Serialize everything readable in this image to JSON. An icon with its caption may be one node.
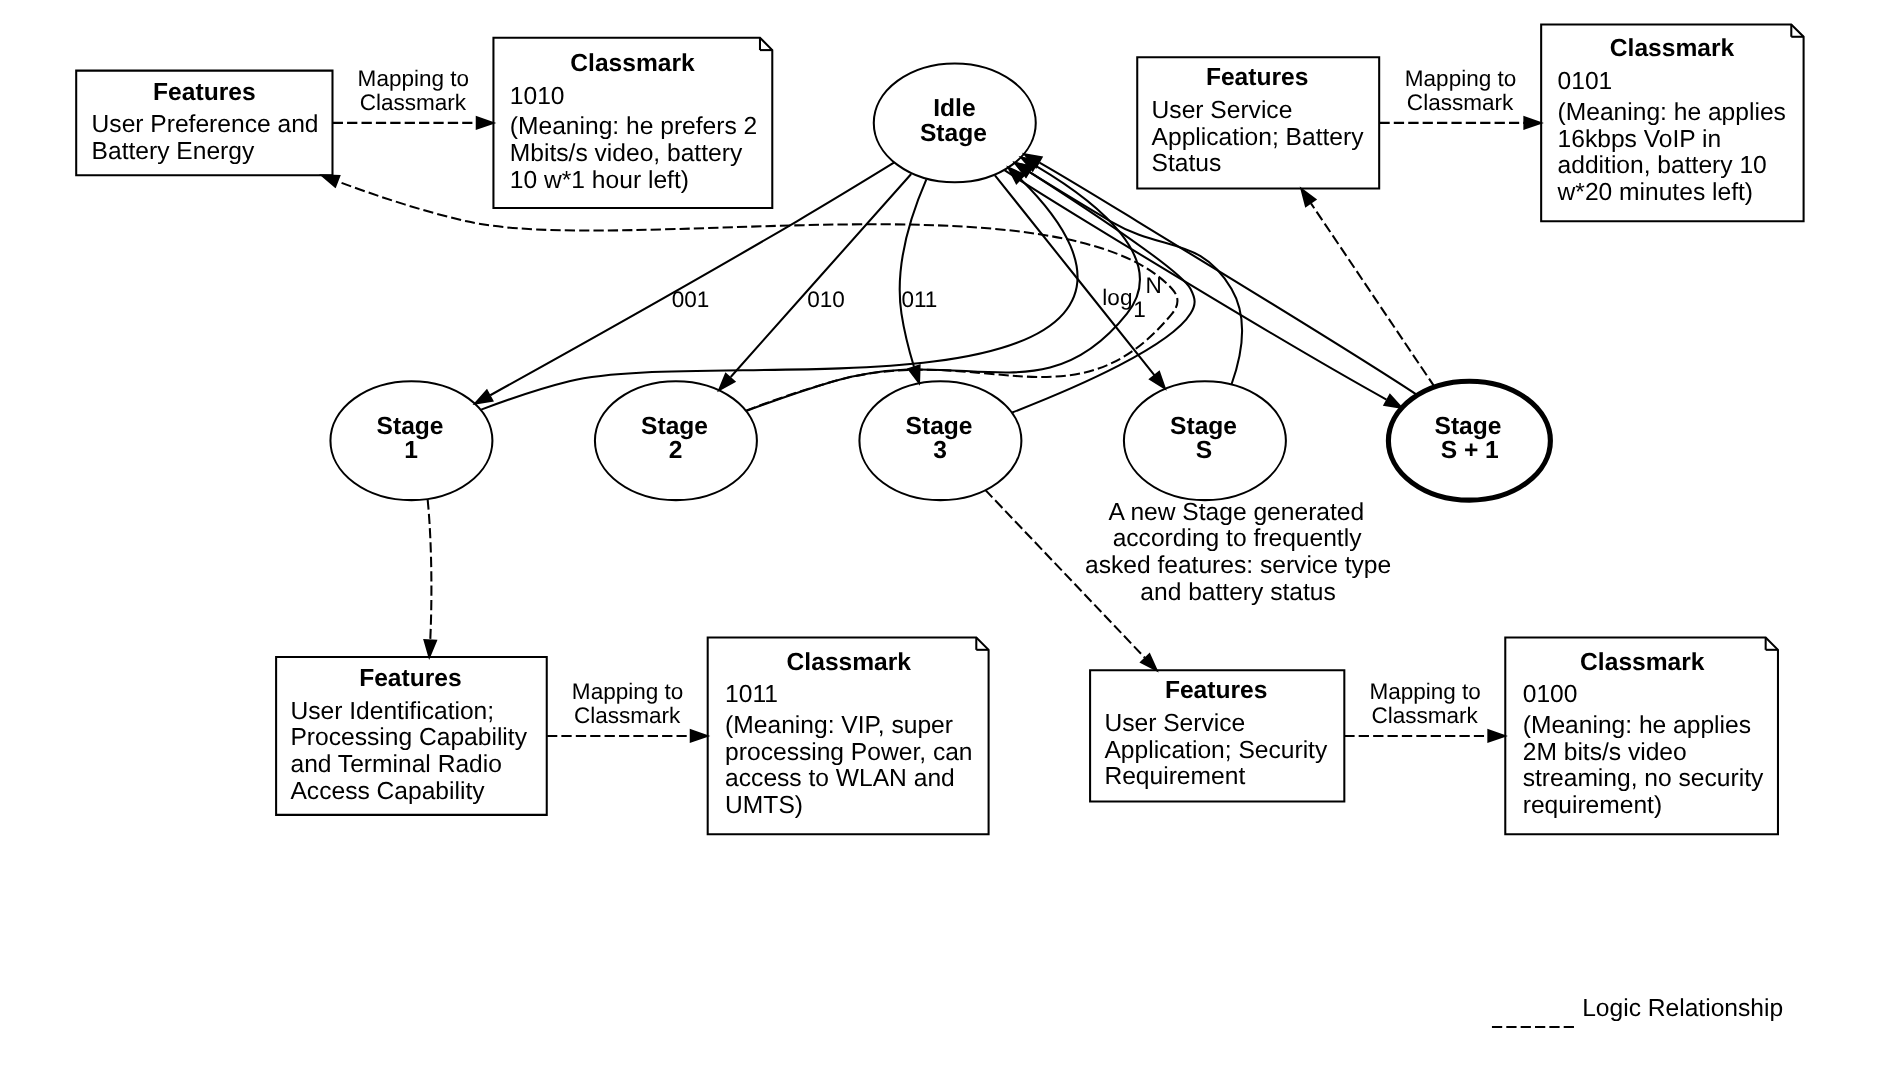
{
  "diagram": {
    "nodes": [
      {
        "text": [
          "Idle Stage"
        ]
      },
      {
        "text": [
          "Stage 1"
        ]
      },
      {
        "text": [
          "Stage 2"
        ]
      },
      {
        "text": [
          "Stage 3"
        ]
      },
      {
        "text": [
          "Stage S"
        ]
      },
      {
        "text": [
          "Stage S + 1"
        ],
        "beside": [
          "A new Stage generated according to frequently asked features: service type and battery status"
        ]
      },
      {
        "text": [
          "Features",
          "User Preference and Battery Energy"
        ]
      },
      {
        "text": [
          "Classmark",
          "1010",
          "(Meaning: he prefers 2 Mbits/s video, battery 10 w*1 hour left)"
        ]
      },
      {
        "text": [
          "Features",
          "User Service Application; Battery Status"
        ]
      },
      {
        "text": [
          "Classmark",
          "0101",
          "(Meaning: he applies 16kbps VoIP in addition, battery 10 w*20 minutes left)"
        ]
      },
      {
        "text": [
          "Features",
          "User Identification; Processing Capability and Terminal Radio Access Capability"
        ]
      },
      {
        "text": [
          "Classmark",
          "1011",
          "(Meaning: VIP, super processing Power, can access to WLAN and UMTS)"
        ]
      },
      {
        "text": [
          "Features",
          "User Service Application; Security Requirement"
        ]
      },
      {
        "text": [
          "Classmark",
          "0100",
          "(Meaning: he applies 2M bits/s video streaming, no security requirement)"
        ]
      }
    ],
    "edges": [
      {
        "from": 0,
        "to": 1,
        "arrow": "to",
        "label": "001"
      },
      {
        "from": 0,
        "to": 2,
        "arrow": "to",
        "label": "010"
      },
      {
        "from": 0,
        "to": 3,
        "arrow": "to",
        "label": "011"
      },
      {
        "from": 0,
        "to": 4,
        "arrow": "to",
        "label": "log$_{1}$$^{N}$"
      },
      {
        "from": 0,
        "to": 5,
        "arrow": "to"
      },
      {
        "from": 1,
        "to": 0,
        "arrow": "to"
      },
      {
        "from": 2,
        "to": 0,
        "arrow": "to"
      },
      {
        "from": 3,
        "to": 0,
        "arrow": "to"
      },
      {
        "from": 4,
        "to": 0,
        "arrow": "to"
      },
      {
        "from": 5,
        "to": 0,
        "arrow": "to"
      },
      {
        "from": 2,
        "to": 6,
        "arrow": "to",
        "style": "dashed"
      },
      {
        "from": 6,
        "to": 7,
        "arrow": "to",
        "style": "dashed",
        "label": "Mapping to Classmark"
      },
      {
        "from": 5,
        "to": 8,
        "arrow": "to",
        "style": "dashed"
      },
      {
        "from": 8,
        "to": 9,
        "arrow": "to",
        "style": "dashed",
        "label": "Mapping to Classmark"
      },
      {
        "from": 1,
        "to": 10,
        "arrow": "to",
        "style": "dashed"
      },
      {
        "from": 10,
        "to": 11,
        "arrow": "to",
        "style": "dashed",
        "label": "Mapping to Classmark"
      },
      {
        "from": 3,
        "to": 12,
        "arrow": "to",
        "style": "dashed"
      },
      {
        "from": 12,
        "to": 13,
        "arrow": "to",
        "style": "dashed",
        "label": "Mapping to Classmark"
      }
    ],
    "legend": [
      {
        "text": "Logic Relationship"
      }
    ]
  }
}
